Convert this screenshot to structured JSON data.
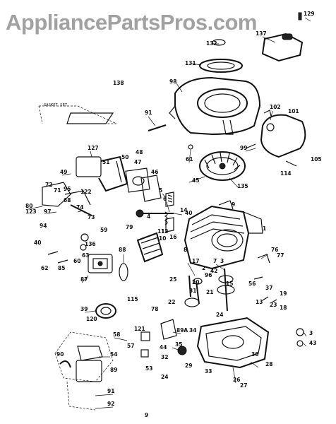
{
  "watermark": "AppliancePartsPros.com",
  "caption_138": "GASKET SET",
  "labels": [
    "129",
    "137",
    "132",
    "131",
    "98",
    "138",
    "91",
    "102",
    "101",
    "99",
    "61",
    "105",
    "114",
    "135",
    "45",
    "127",
    "50",
    "48",
    "51",
    "47",
    "46",
    "49",
    "122",
    "72",
    "71",
    "95",
    "68",
    "80",
    "123",
    "97",
    "74",
    "73",
    "5",
    "6",
    "40",
    "94",
    "4",
    "79",
    "40",
    "59",
    "136",
    "63",
    "62",
    "85",
    "60",
    "88",
    "87",
    "10",
    "11",
    "12",
    "1",
    "14",
    "16",
    "8",
    "7",
    "3",
    "76",
    "77",
    "17",
    "2",
    "42",
    "56",
    "37",
    "115",
    "78",
    "39",
    "120",
    "121",
    "58",
    "57",
    "53",
    "54",
    "89",
    "90",
    "91",
    "92",
    "89A",
    "34",
    "35",
    "32",
    "33",
    "26",
    "27",
    "28",
    "30",
    "29",
    "25",
    "22",
    "21",
    "24",
    "23",
    "18",
    "19",
    "20",
    "15",
    "13",
    "3",
    "43",
    "44",
    "31",
    "24",
    "96",
    "9",
    "9"
  ]
}
